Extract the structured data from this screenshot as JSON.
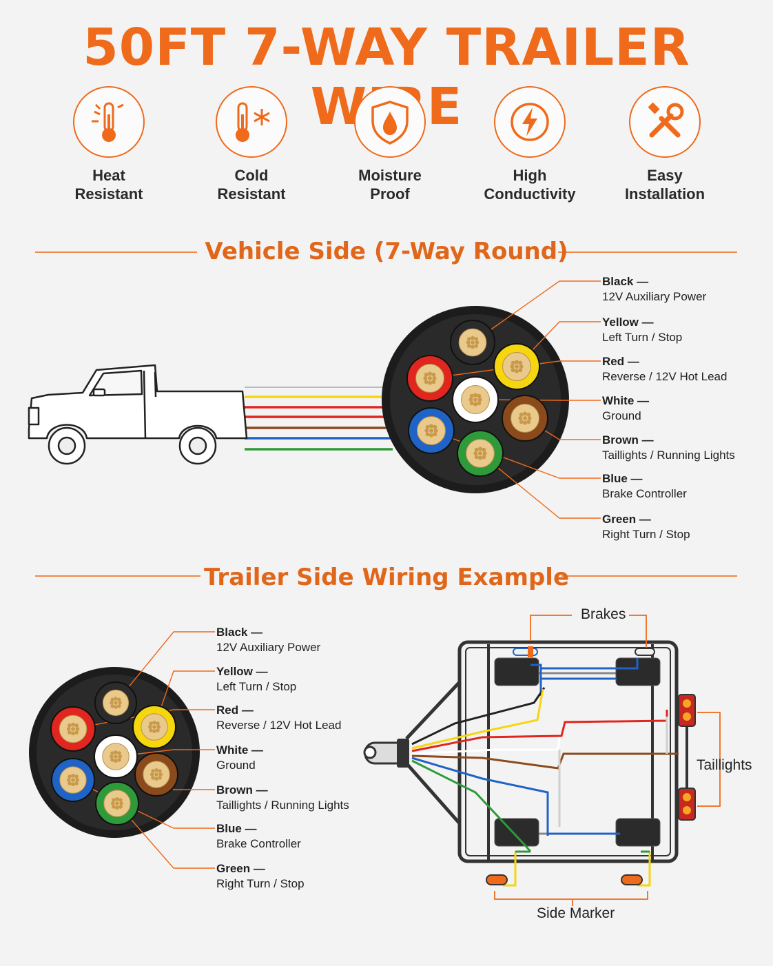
{
  "title": "50FT 7-WAY TRAILER WIRE",
  "features": [
    {
      "icon": "thermometer-sun-icon",
      "line1": "Heat",
      "line2": "Resistant"
    },
    {
      "icon": "thermometer-snowflake-icon",
      "line1": "Cold",
      "line2": "Resistant"
    },
    {
      "icon": "shield-drop-icon",
      "line1": "Moisture",
      "line2": "Proof"
    },
    {
      "icon": "lightning-icon",
      "line1": "High",
      "line2": "Conductivity"
    },
    {
      "icon": "wrench-screwdriver-icon",
      "line1": "Easy",
      "line2": "Installation"
    }
  ],
  "vehicle_section": {
    "title": "Vehicle Side (7-Way Round)",
    "pins": [
      {
        "color": "Black —",
        "function": "12V Auxiliary Power"
      },
      {
        "color": "Yellow —",
        "function": "Left Turn / Stop"
      },
      {
        "color": "Red —",
        "function": "Reverse / 12V Hot Lead"
      },
      {
        "color": "White —",
        "function": "Ground"
      },
      {
        "color": "Brown —",
        "function": "Taillights / Running Lights"
      },
      {
        "color": "Blue —",
        "function": "Brake Controller"
      },
      {
        "color": "Green —",
        "function": "Right Turn / Stop"
      }
    ]
  },
  "trailer_section": {
    "title": "Trailer Side Wiring Example",
    "pins": [
      {
        "color": "Black —",
        "function": "12V Auxiliary Power"
      },
      {
        "color": "Yellow —",
        "function": "Left Turn / Stop"
      },
      {
        "color": "Red —",
        "function": "Reverse / 12V Hot Lead"
      },
      {
        "color": "White —",
        "function": "Ground"
      },
      {
        "color": "Brown —",
        "function": "Taillights / Running Lights"
      },
      {
        "color": "Blue —",
        "function": "Brake Controller"
      },
      {
        "color": "Green —",
        "function": "Right Turn / Stop"
      }
    ],
    "diagram_labels": {
      "brakes": "Brakes",
      "taillights": "Taillights",
      "side_marker": "Side Marker"
    }
  },
  "colors": {
    "accent": "#ef6a1a",
    "black": "#2b2b2b",
    "yellow": "#f5d60f",
    "red": "#e0261f",
    "white": "#ffffff",
    "brown": "#8a4a1c",
    "blue": "#1f63c7",
    "green": "#2f9a3a"
  }
}
